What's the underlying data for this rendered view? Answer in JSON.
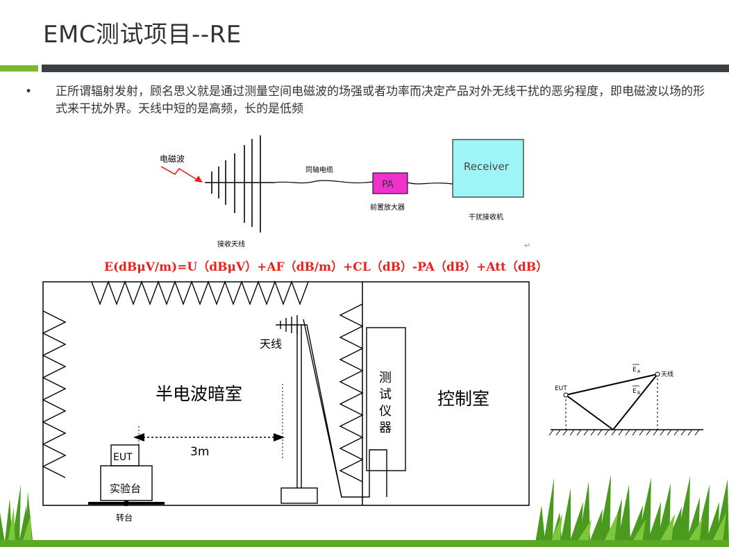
{
  "slide": {
    "title": "EMC测试项目--RE",
    "bullet_symbol": "•",
    "bullet_text": "正所谓辐射发射，顾名思义就是通过测量空间电磁波的场强或者功率而决定产品对外无线干扰的恶劣程度，即电磁波以场的形式来干扰外界。天线中短的是高频，长的是低频"
  },
  "chain_diagram": {
    "em_wave": "电磁波",
    "coax": "同轴电缆",
    "pa": "PA",
    "preamp": "前置放大器",
    "receiver": "Receiver",
    "receiver_label": "干扰接收机",
    "antenna_label": "接收天线",
    "return_mark": "↵"
  },
  "formula": "E(dBμV/m)=U（dBμV）+AF（dB/m）+CL（dB）-PA（dB）+Att（dB）",
  "chamber_diagram": {
    "antenna": "天线",
    "semi_anechoic": "半电波暗室",
    "instrument": [
      "测",
      "试",
      "仪",
      "器"
    ],
    "control_room": "控制室",
    "distance": "3m",
    "eut": "EUT",
    "table": "实验台",
    "turntable": "转台"
  },
  "reflection_diagram": {
    "eut": "EUT",
    "antenna": "天线",
    "ea": "E",
    "ea_sub": "A",
    "eb": "E",
    "eb_sub": "B"
  },
  "colors": {
    "accent_green": "#7cb82f",
    "bar_dark": "#3a3f42",
    "formula_red": "#e8211b",
    "pa_magenta": "#ee33cc",
    "receiver_cyan": "#9ff5f5"
  }
}
